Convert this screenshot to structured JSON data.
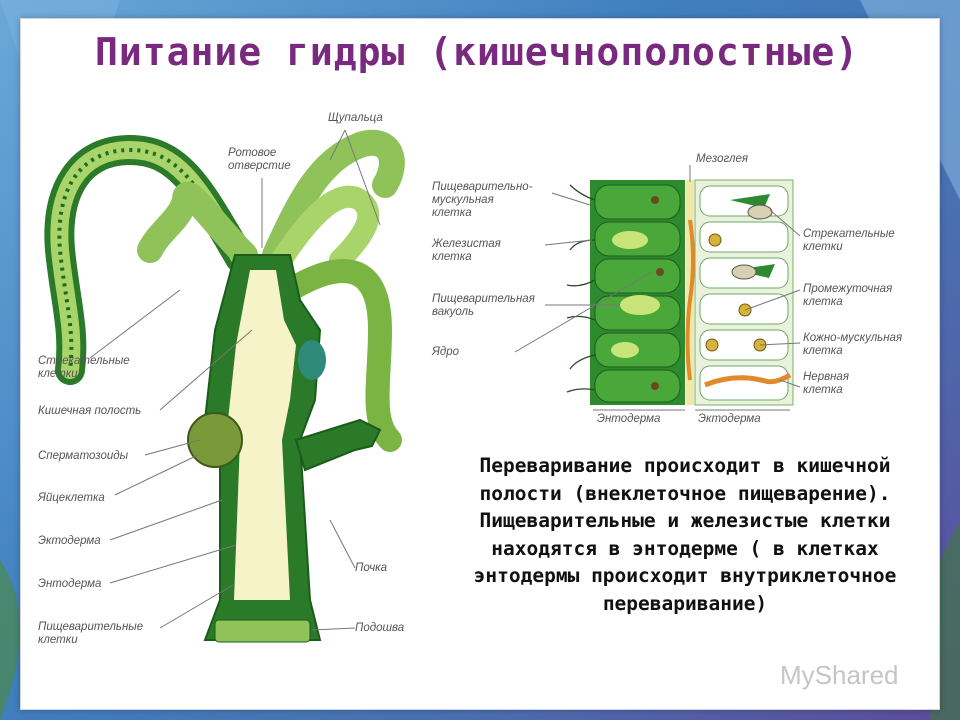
{
  "title": "Питание гидры (кишечнополостные)",
  "hydra_labels": {
    "mouth": "Ротовое\nотверстие",
    "tentacles": "Щупальца",
    "stinging": "Стрекательные\nклетки",
    "cavity": "Кишечная полость",
    "sperm": "Сперматозоиды",
    "egg": "Яйцеклетка",
    "ectoderm": "Эктодерма",
    "endoderm": "Энтодерма",
    "digestive": "Пищеварительные\nклетки",
    "bud": "Почка",
    "sole": "Подошва"
  },
  "tissue_labels": {
    "mesoglea": "Мезоглея",
    "digestive_muscle": "Пищеварительно-\nмускульная\nклетка",
    "glandular": "Железистая\nклетка",
    "vacuole": "Пищеварительная\nвакуоль",
    "nucleus": "Ядро",
    "stinging": "Стрекательные\nклетки",
    "interstitial": "Промежуточная\nклетка",
    "skin_muscle": "Кожно-мускульная\nклетка",
    "nerve": "Нервная\nклетка",
    "endoderm": "Энтодерма",
    "ectoderm": "Эктодерма"
  },
  "description": [
    "Переваривание происходит в кишечной полости (внеклеточное пищеварение).",
    "Пищеварительные и железистые клетки находятся в энтодерме ( в клетках энтодермы происходит внутриклеточное переваривание)"
  ],
  "watermark": "MyShared",
  "colors": {
    "title": "#7a2a7e",
    "dark_green": "#1f6b22",
    "mid_green": "#3f9b2e",
    "light_green": "#a9d46a",
    "cream": "#f7f3c8",
    "orange": "#e08a2c"
  }
}
